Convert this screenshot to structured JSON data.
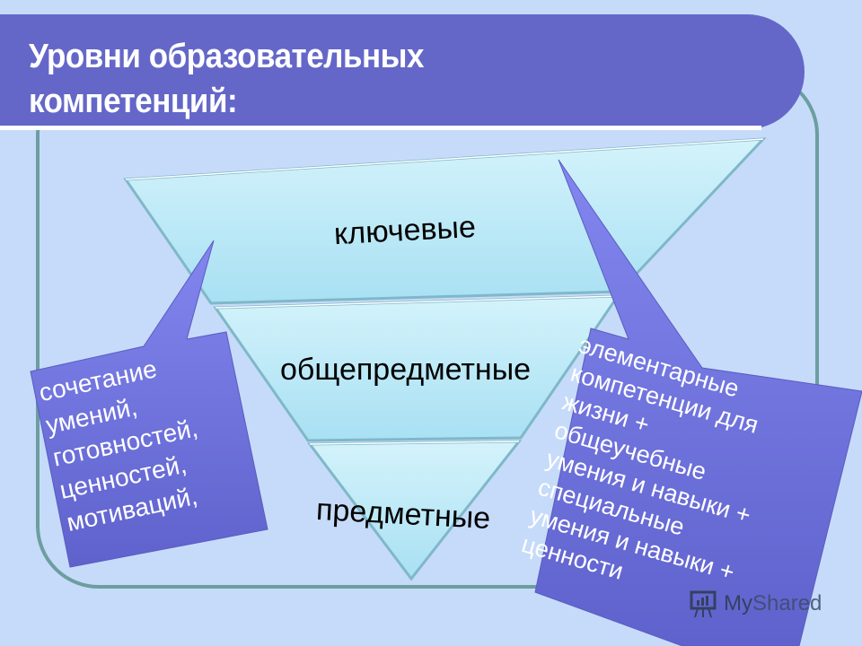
{
  "slide": {
    "title_line1": "Уровни образовательных",
    "title_line2": "компетенций:",
    "colors": {
      "background": "#c6dbf9",
      "title_bar": "#6467c8",
      "frame_border": "#6c9ea0",
      "pyramid_fill": "#bfeef8",
      "callout_fill": "#6c6fd8"
    }
  },
  "pyramid": {
    "levels": [
      {
        "label": "ключевые"
      },
      {
        "label": "общепредметные"
      },
      {
        "label": "предметные"
      }
    ]
  },
  "callouts": {
    "left": {
      "text": "сочетание\nумений,\nготовностей,\nценностей,\nмотиваций,"
    },
    "right": {
      "text": "элементарные\nкомпетенции для\nжизни +\nобщеучебные\nумения и навыки +\nспециальные\nумения и навыки +\nценности"
    }
  },
  "watermark": {
    "icon": "presentation-board-icon",
    "text_my": "My",
    "text_shared": "Shared"
  }
}
